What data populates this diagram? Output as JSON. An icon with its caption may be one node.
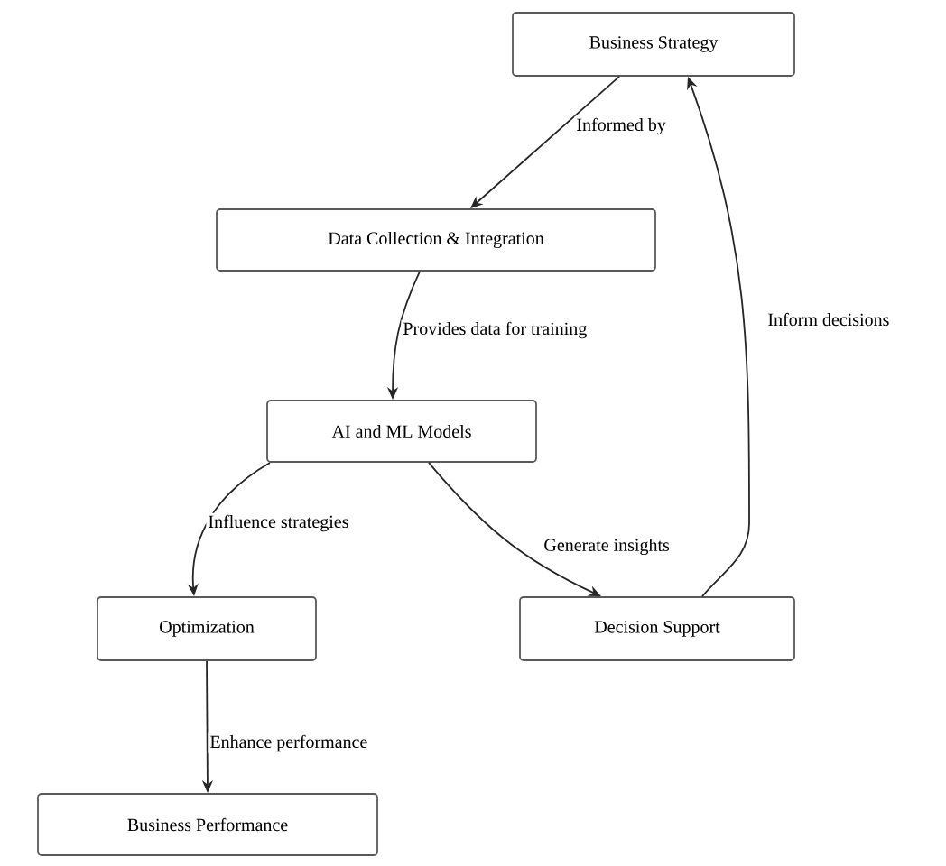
{
  "diagram": {
    "nodes": [
      {
        "text": [
          "Business Strategy"
        ]
      },
      {
        "text": [
          "Data Collection & Integration"
        ]
      },
      {
        "text": [
          "AI and ML Models"
        ]
      },
      {
        "text": [
          "Optimization"
        ]
      },
      {
        "text": [
          "Decision Support"
        ]
      },
      {
        "text": [
          "Business Performance"
        ]
      }
    ],
    "edges": [
      {
        "from": 0,
        "to": 1,
        "arrow": "to",
        "label": "Informed by"
      },
      {
        "from": 1,
        "to": 2,
        "arrow": "to",
        "label": "Provides data for training"
      },
      {
        "from": 2,
        "to": 3,
        "arrow": "to",
        "label": "Influence strategies"
      },
      {
        "from": 2,
        "to": 4,
        "arrow": "to",
        "label": "Generate insights"
      },
      {
        "from": 4,
        "to": 0,
        "arrow": "to",
        "label": "Inform decisions"
      },
      {
        "from": 3,
        "to": 5,
        "arrow": "to",
        "label": "Enhance performance"
      }
    ]
  }
}
